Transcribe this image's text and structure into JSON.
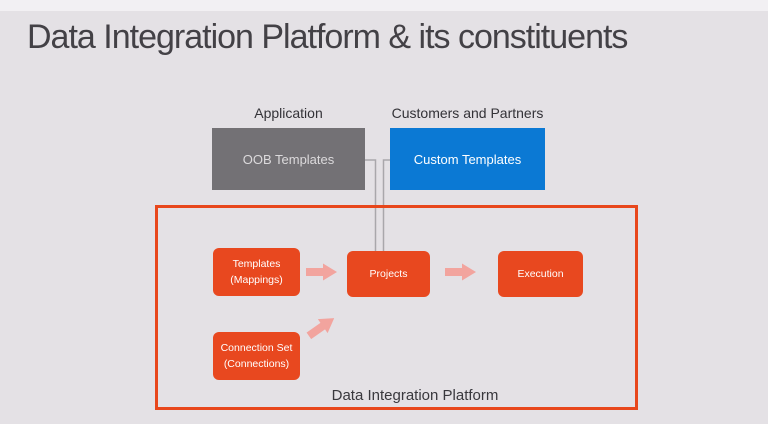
{
  "title": "Data Integration Platform & its constituents",
  "lanes": {
    "application": {
      "label": "Application"
    },
    "customers_partners": {
      "label": "Customers and Partners"
    }
  },
  "boxes": {
    "oob_templates": {
      "label": "OOB Templates"
    },
    "custom_templates": {
      "label": "Custom Templates"
    },
    "templates": {
      "line1": "Templates",
      "line2": "(Mappings)"
    },
    "projects": {
      "label": "Projects"
    },
    "execution": {
      "label": "Execution"
    },
    "connection_set": {
      "line1": "Connection Set",
      "line2": "(Connections)"
    }
  },
  "platform": {
    "label": "Data Integration Platform"
  },
  "colors": {
    "background": "#e4e1e5",
    "title_text": "#434146",
    "gray_box": "#737175",
    "blue_box": "#0b79d4",
    "orange_box": "#e8481f",
    "platform_border": "#e8471c",
    "arrow": "#f2a49e",
    "connector_line": "#a9a7ab"
  }
}
